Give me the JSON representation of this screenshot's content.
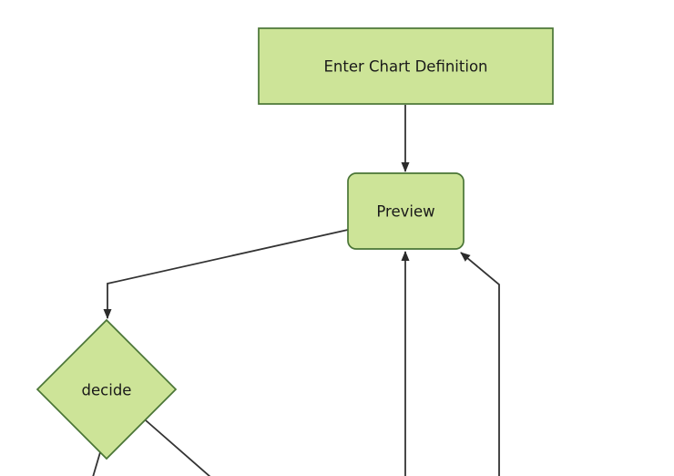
{
  "diagram": {
    "type": "flowchart",
    "direction": "top-down",
    "nodes": [
      {
        "id": "enter-chart-definition",
        "label": "Enter Chart Definition",
        "shape": "rectangle"
      },
      {
        "id": "preview",
        "label": "Preview",
        "shape": "rounded-rectangle"
      },
      {
        "id": "decide",
        "label": "decide",
        "shape": "diamond"
      }
    ],
    "edges": [
      {
        "from": "enter-chart-definition",
        "to": "preview",
        "arrowhead": true
      },
      {
        "from": "preview",
        "to": "decide",
        "arrowhead": true
      },
      {
        "from": "offscreen-bottom",
        "to": "preview",
        "arrowhead": true
      },
      {
        "from": "offscreen-bottom-right",
        "to": "preview",
        "arrowhead": true
      },
      {
        "from": "decide",
        "to": "offscreen-bottom-left",
        "arrowhead": false
      },
      {
        "from": "decide",
        "to": "offscreen-bottom-right",
        "arrowhead": false
      }
    ]
  },
  "colors": {
    "background": "#ffffff",
    "node_fill": "#cde498",
    "node_stroke": "#4a7536",
    "edge_stroke": "#333333",
    "arrowhead_fill": "#2b2b2b",
    "text": "#1a1a1a"
  }
}
